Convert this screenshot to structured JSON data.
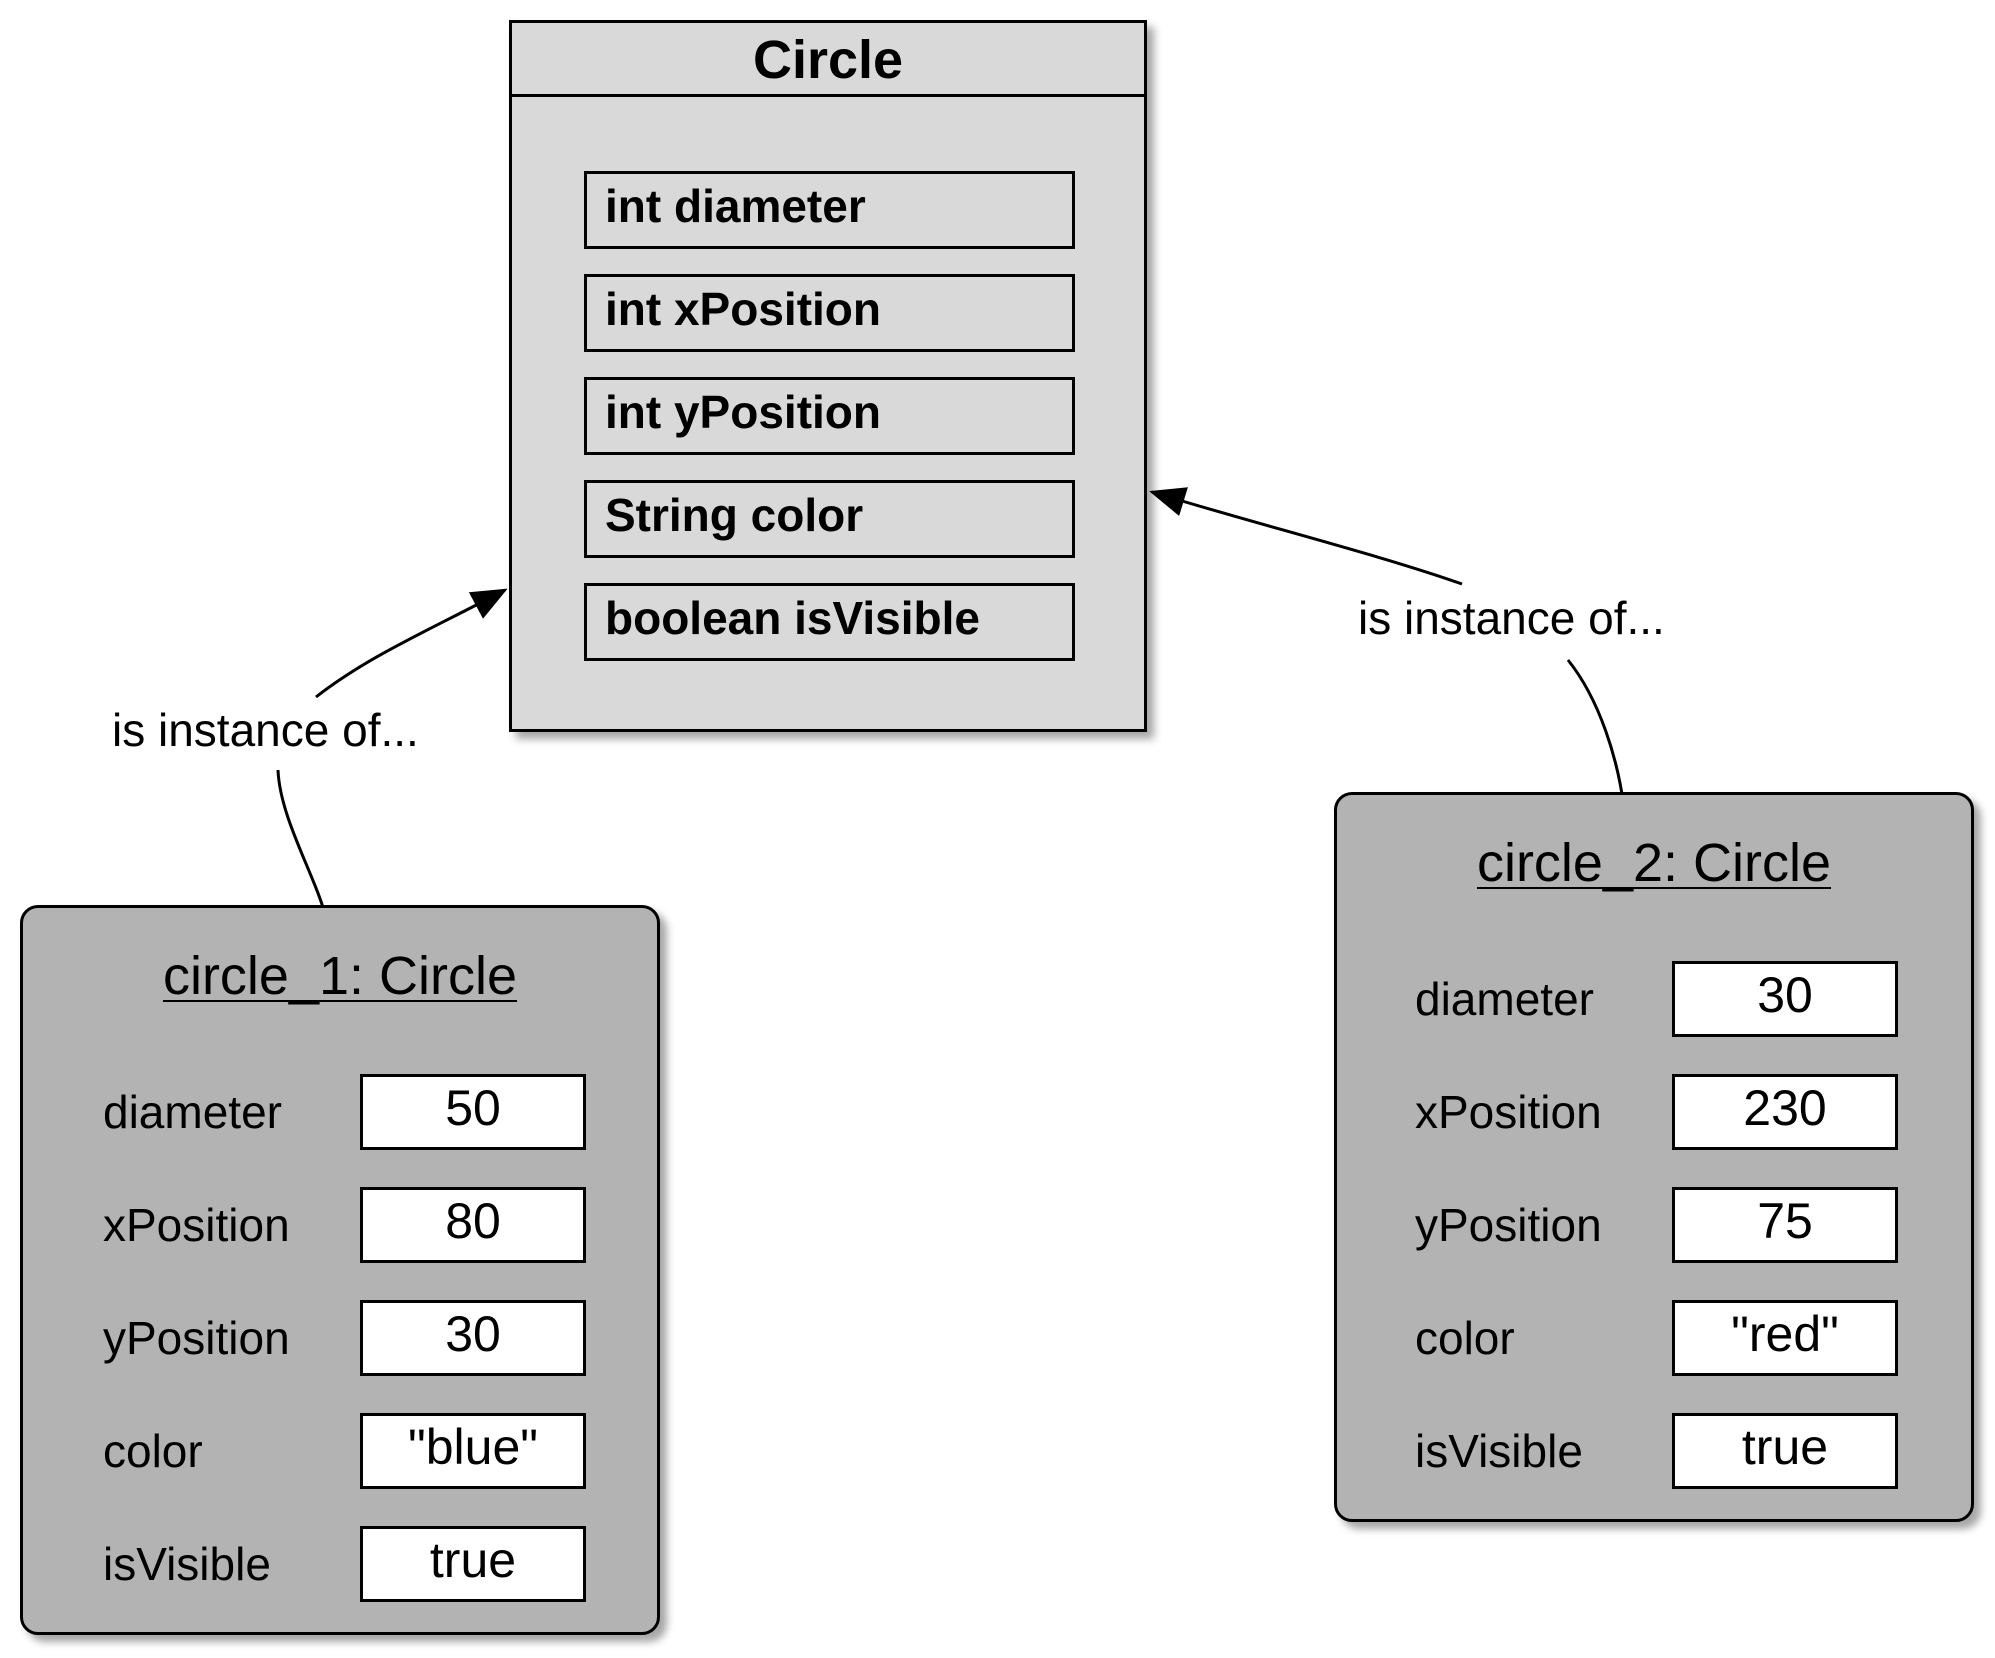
{
  "class": {
    "name": "Circle",
    "fields": [
      "int diameter",
      "int xPosition",
      "int yPosition",
      "String color",
      "boolean isVisible"
    ]
  },
  "relation_label": "is instance of...",
  "objects": [
    {
      "title": "circle_1: Circle",
      "attributes": [
        {
          "name": "diameter",
          "value": "50"
        },
        {
          "name": "xPosition",
          "value": "80"
        },
        {
          "name": "yPosition",
          "value": "30"
        },
        {
          "name": "color",
          "value": "\"blue\""
        },
        {
          "name": "isVisible",
          "value": "true"
        }
      ]
    },
    {
      "title": "circle_2: Circle",
      "attributes": [
        {
          "name": "diameter",
          "value": "30"
        },
        {
          "name": "xPosition",
          "value": "230"
        },
        {
          "name": "yPosition",
          "value": "75"
        },
        {
          "name": "color",
          "value": "\"red\""
        },
        {
          "name": "isVisible",
          "value": "true"
        }
      ]
    }
  ]
}
